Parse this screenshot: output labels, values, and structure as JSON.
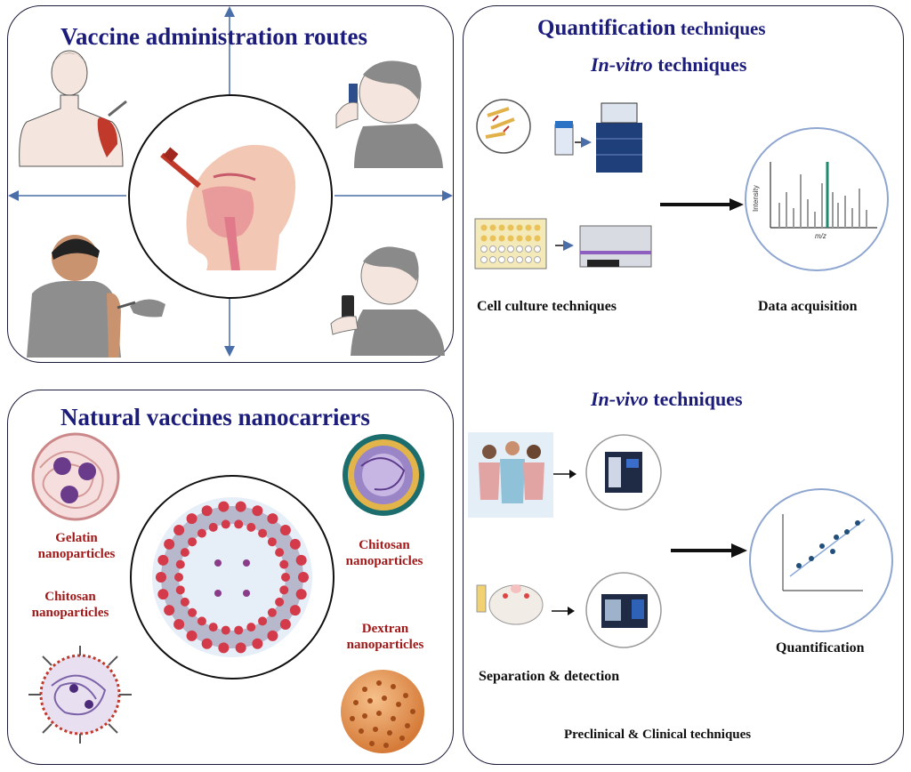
{
  "routes": {
    "title": "Vaccine administration routes"
  },
  "carriers": {
    "title": "Natural vaccines nanocarriers",
    "gelatin": [
      "Gelatin",
      "nanoparticles"
    ],
    "chitosan_top": [
      "Chitosan",
      "nanoparticles"
    ],
    "chitosan_left": [
      "Chitosan",
      "nanoparticles"
    ],
    "dextran": [
      "Dextran",
      "nanoparticles"
    ]
  },
  "quant": {
    "title_main": "Quantification",
    "title_rest": " techniques",
    "invitro_italic": "In-vitro",
    "invitro_rest": " techniques",
    "cell_culture": "Cell culture techniques",
    "data_acquisition": "Data acquisition",
    "spectrum_ylabel": "Intensity",
    "spectrum_xlabel": "m/z",
    "invivo_italic": "In-vivo",
    "invivo_rest": " techniques",
    "separation": "Separation & detection",
    "quantification": "Quantification",
    "preclinical": "Preclinical & Clinical  techniques"
  },
  "colors": {
    "title_navy": "#1c1c7a",
    "label_red": "#a01818",
    "arrow_blue": "#4a6ea8",
    "teal_peak": "#1e8a6e"
  }
}
